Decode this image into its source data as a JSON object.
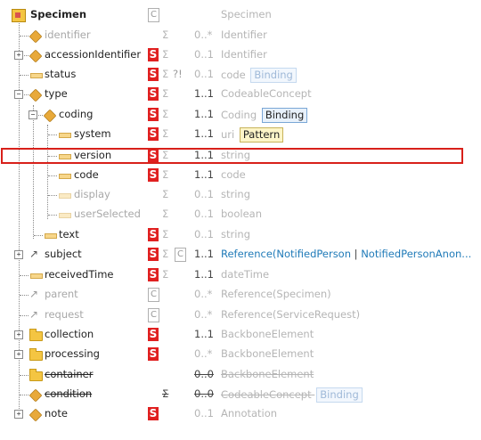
{
  "root": {
    "name": "Specimen",
    "flag": "C",
    "type": "Specimen"
  },
  "rows": [
    {
      "name": "identifier",
      "card": "0..*",
      "type": "Identifier"
    },
    {
      "name": "accessionIdentifier",
      "flag": "S",
      "sigma": "Σ",
      "card": "0..1",
      "type": "Identifier"
    },
    {
      "name": "status",
      "flag": "S",
      "sigma": "Σ",
      "extra": "?!",
      "card": "0..1",
      "type": "code",
      "badge": "Binding"
    },
    {
      "name": "type",
      "flag": "S",
      "sigma": "Σ",
      "card": "1..1",
      "type": "CodeableConcept"
    },
    {
      "name": "coding",
      "flag": "S",
      "sigma": "Σ",
      "card": "1..1",
      "type": "Coding",
      "badge": "Binding"
    },
    {
      "name": "system",
      "flag": "S",
      "sigma": "Σ",
      "card": "1..1",
      "type": "uri",
      "badge": "Pattern"
    },
    {
      "name": "version",
      "flag": "S",
      "sigma": "Σ",
      "card": "1..1",
      "type": "string"
    },
    {
      "name": "code",
      "flag": "S",
      "sigma": "Σ",
      "card": "1..1",
      "type": "code"
    },
    {
      "name": "display",
      "sigma": "Σ",
      "card": "0..1",
      "type": "string"
    },
    {
      "name": "userSelected",
      "sigma": "Σ",
      "card": "0..1",
      "type": "boolean"
    },
    {
      "name": "text",
      "flag": "S",
      "sigma": "Σ",
      "card": "0..1",
      "type": "string"
    },
    {
      "name": "subject",
      "flag": "S",
      "sigma": "Σ",
      "flag2": "C",
      "card": "1..1",
      "type_prefix": "Reference(",
      "ref1": "NotifiedPerson",
      "sep": " | ",
      "ref2": "NotifiedPersonAnon..."
    },
    {
      "name": "receivedTime",
      "flag": "S",
      "sigma": "Σ",
      "card": "1..1",
      "type": "dateTime"
    },
    {
      "name": "parent",
      "flag": "C",
      "card": "0..*",
      "type": "Reference(Specimen)"
    },
    {
      "name": "request",
      "flag": "C",
      "card": "0..*",
      "type": "Reference(ServiceRequest)"
    },
    {
      "name": "collection",
      "flag": "S",
      "card": "1..1",
      "type": "BackboneElement"
    },
    {
      "name": "processing",
      "flag": "S",
      "card": "0..*",
      "type": "BackboneElement"
    },
    {
      "name": "container",
      "card": "0..0",
      "type": "BackboneElement"
    },
    {
      "name": "condition",
      "sigma": "Σ",
      "card": "0..0",
      "type": "CodeableConcept",
      "badge": "Binding"
    },
    {
      "name": "note",
      "flag": "S",
      "card": "0..1",
      "type": "Annotation"
    }
  ],
  "icons": {
    "root": "resource-icon",
    "datatype": "datatype-cube-icon",
    "primitive": "primitive-icon",
    "backbone": "backbone-folder-icon",
    "reference": "reference-icon"
  },
  "colors": {
    "must_support": "#e02020",
    "link": "#1f7ab8",
    "highlight": "#d8201a"
  }
}
